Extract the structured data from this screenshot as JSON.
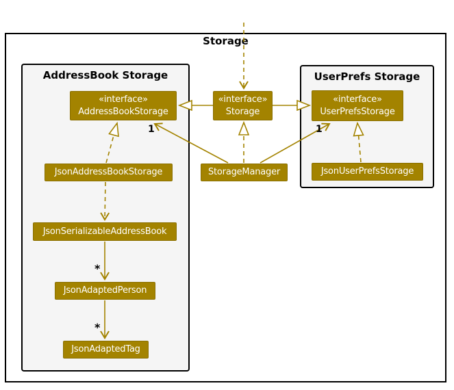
{
  "diagram": {
    "frame_title": "Storage",
    "packages": {
      "addressbook": {
        "title": "AddressBook Storage"
      },
      "userprefs": {
        "title": "UserPrefs Storage"
      }
    },
    "nodes": {
      "address_book_storage": {
        "stereotype": "«interface»",
        "name": "AddressBookStorage"
      },
      "storage": {
        "stereotype": "«interface»",
        "name": "Storage"
      },
      "user_prefs_storage": {
        "stereotype": "«interface»",
        "name": "UserPrefsStorage"
      },
      "json_address_book_storage": {
        "name": "JsonAddressBookStorage"
      },
      "storage_manager": {
        "name": "StorageManager"
      },
      "json_user_prefs_storage": {
        "name": "JsonUserPrefsStorage"
      },
      "json_serializable_address_book": {
        "name": "JsonSerializableAddressBook"
      },
      "json_adapted_person": {
        "name": "JsonAdaptedPerson"
      },
      "json_adapted_tag": {
        "name": "JsonAdaptedTag"
      }
    },
    "labels": {
      "storagemanager_to_addressbookstorage_multiplicity": "1",
      "storagemanager_to_userprefsstorage_multiplicity": "1",
      "jsonadaptedperson_multiplicity": "*",
      "jsonadaptedtag_multiplicity": "*"
    },
    "edges": [
      {
        "from": "external",
        "to": "Storage",
        "style": "dashed",
        "head": "open-arrow"
      },
      {
        "from": "Storage",
        "to": "AddressBookStorage",
        "style": "solid",
        "head": "hollow-triangle"
      },
      {
        "from": "Storage",
        "to": "UserPrefsStorage",
        "style": "solid",
        "head": "hollow-triangle"
      },
      {
        "from": "StorageManager",
        "to": "Storage",
        "style": "dashed",
        "head": "hollow-triangle"
      },
      {
        "from": "JsonAddressBookStorage",
        "to": "AddressBookStorage",
        "style": "dashed",
        "head": "hollow-triangle"
      },
      {
        "from": "JsonUserPrefsStorage",
        "to": "UserPrefsStorage",
        "style": "dashed",
        "head": "hollow-triangle"
      },
      {
        "from": "StorageManager",
        "to": "AddressBookStorage",
        "style": "solid",
        "head": "open-arrow",
        "label": "1"
      },
      {
        "from": "StorageManager",
        "to": "UserPrefsStorage",
        "style": "solid",
        "head": "open-arrow",
        "label": "1"
      },
      {
        "from": "JsonAddressBookStorage",
        "to": "JsonSerializableAddressBook",
        "style": "dashed",
        "head": "open-arrow"
      },
      {
        "from": "JsonSerializableAddressBook",
        "to": "JsonAdaptedPerson",
        "style": "solid",
        "head": "open-arrow",
        "label": "*"
      },
      {
        "from": "JsonAdaptedPerson",
        "to": "JsonAdaptedTag",
        "style": "solid",
        "head": "open-arrow",
        "label": "*"
      }
    ],
    "colors": {
      "storage_gold": "#A38300",
      "node_text": "#FFFFFF",
      "package_bg": "#F5F5F5",
      "frame_border": "#000000"
    }
  }
}
